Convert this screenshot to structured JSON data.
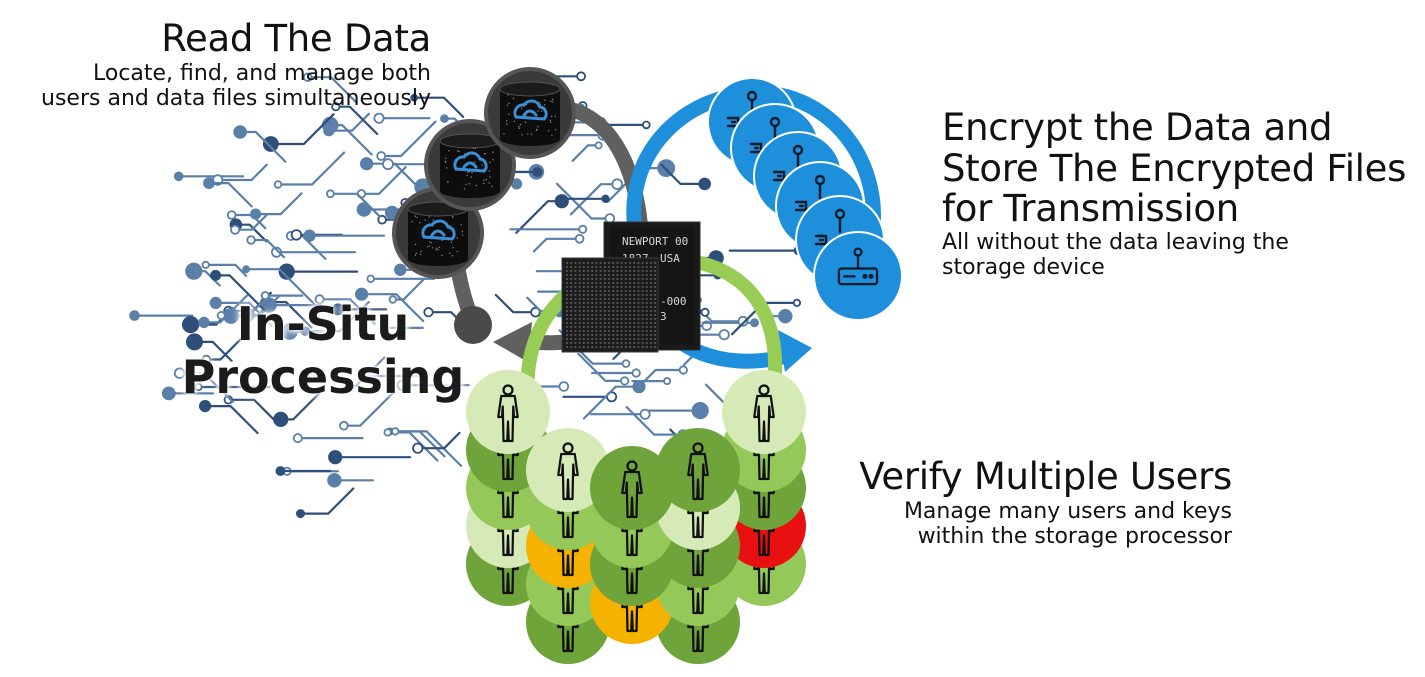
{
  "read": {
    "title": "Read The Data",
    "line1": "Locate, find, and manage both",
    "line2": "users and data files simultaneously"
  },
  "encrypt": {
    "title_line1": "Encrypt the Data and",
    "title_line2": "Store The Encrypted Files",
    "title_line3": "for Transmission",
    "sub_line1": "All without the data leaving the",
    "sub_line2": "storage device"
  },
  "verify": {
    "title": "Verify Multiple Users",
    "line1": "Manage many users and keys",
    "line2": "within the storage processor"
  },
  "center": {
    "line1": "In-Situ",
    "line2": "Processing"
  },
  "chip": {
    "line1": "NEWPORT 00",
    "line2a": "1827",
    "line2b": "USA",
    "line3": "-000",
    "line4": "3"
  },
  "colors": {
    "circuit": "#5a7fa8",
    "circuit_dark": "#2e4f7a",
    "database": "#2b2b2b",
    "database_ring": "#555555",
    "database_logo": "#3a8fd6",
    "blue_node": "#1d8fdb",
    "chip": "#1a1a1a",
    "green_light": "#d6eab8",
    "green_mid": "#94c95a",
    "green_dark": "#6fa43a",
    "orange": "#f5b200",
    "red": "#e81010",
    "grey_arrow": "#606060",
    "blue_arrow": "#1d8fdb",
    "green_arrow": "#99cc55"
  },
  "icons": {
    "database": "database-icon",
    "router": "router-icon",
    "person": "person-icon",
    "chip": "processor-chip-icon",
    "brain": "circuit-brain-icon"
  },
  "user_count": 27,
  "database_count": 3,
  "device_count": 6
}
